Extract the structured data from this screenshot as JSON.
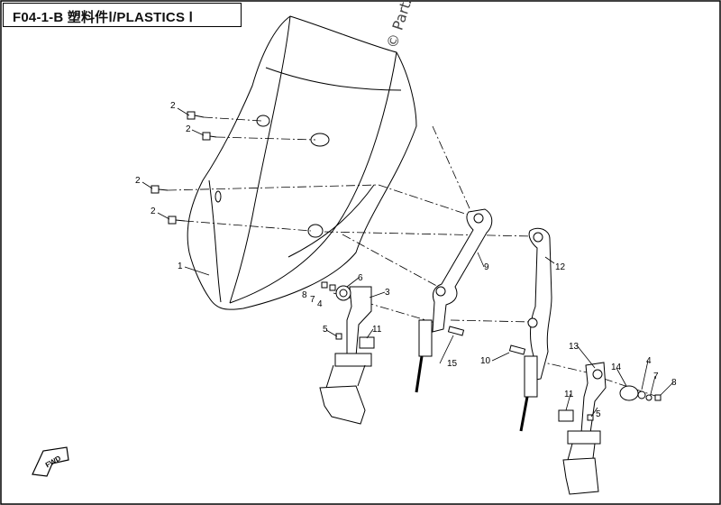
{
  "title": "F04-1-B 塑料件Ⅰ/PLASTICS Ⅰ",
  "watermark": "© Partzilla.com",
  "fwd_label": "FWD",
  "callouts": {
    "c1": "1",
    "c2a": "2",
    "c2b": "2",
    "c2c": "2",
    "c2d": "2",
    "c3": "3",
    "c4a": "4",
    "c4b": "4",
    "c5a": "5",
    "c5b": "5",
    "c6": "6",
    "c7a": "7",
    "c7b": "7",
    "c8a": "8",
    "c8b": "8",
    "c9": "9",
    "c10": "10",
    "c11a": "11",
    "c11b": "11",
    "c12": "12",
    "c13": "13",
    "c14": "14",
    "c15": "15"
  }
}
